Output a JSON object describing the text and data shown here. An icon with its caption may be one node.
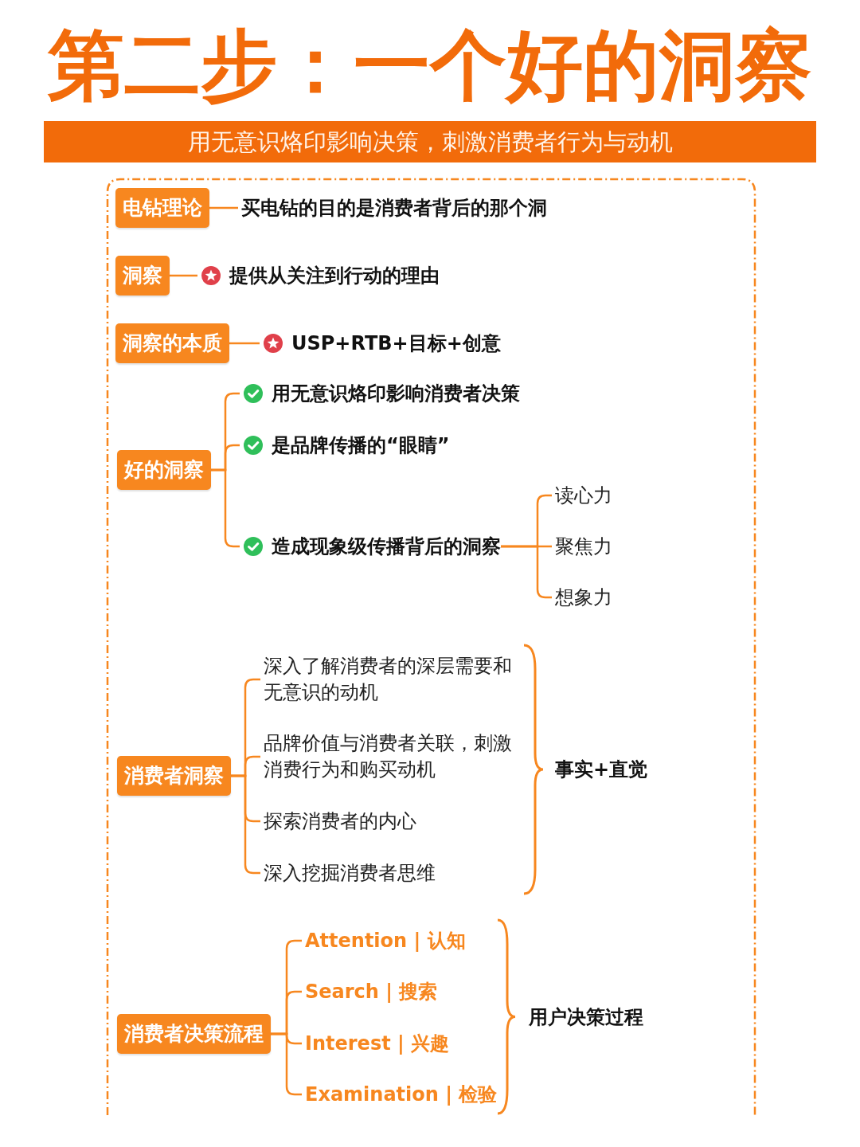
{
  "diagram": {
    "title": "第二步：一个好的洞察",
    "nodes": [
      {
        "text": [
          "用无意识烙印影响决策，刺激消费者行为与动机"
        ]
      },
      {
        "text": [
          "电钻理论"
        ]
      },
      {
        "text": [
          "买电钻的目的是消费者背后的那个洞"
        ]
      },
      {
        "text": [
          "洞察"
        ]
      },
      {
        "text": [
          "提供从关注到行动的理由"
        ]
      },
      {
        "text": [
          "洞察的本质"
        ]
      },
      {
        "text": [
          "USP+RTB+目标+创意"
        ]
      },
      {
        "text": [
          "好的洞察"
        ]
      },
      {
        "text": [
          "用无意识烙印影响消费者决策"
        ]
      },
      {
        "text": [
          "是品牌传播的“眼睛”"
        ]
      },
      {
        "text": [
          "造成现象级传播背后的洞察"
        ]
      },
      {
        "text": [
          "读心力"
        ]
      },
      {
        "text": [
          "聚焦力"
        ]
      },
      {
        "text": [
          "想象力"
        ]
      },
      {
        "text": [
          "消费者洞察"
        ]
      },
      {
        "text": [
          "深入了解消费者的深层需要和无意识的动机"
        ]
      },
      {
        "text": [
          "品牌价值与消费者关联，刺激消费行为和购买动机"
        ]
      },
      {
        "text": [
          "探索消费者的内心"
        ]
      },
      {
        "text": [
          "深入挖掘消费者思维"
        ]
      },
      {
        "text": [
          "消费者决策流程"
        ]
      },
      {
        "text": [
          "Attention | 认知"
        ]
      },
      {
        "text": [
          "Search | 搜索"
        ]
      },
      {
        "text": [
          "Interest | 兴趣"
        ]
      },
      {
        "text": [
          "Examination | 检验"
        ]
      }
    ],
    "edges": [
      {
        "from": 1,
        "to": 2,
        "arrow": "none"
      },
      {
        "from": 3,
        "to": 4,
        "arrow": "none"
      },
      {
        "from": 5,
        "to": 6,
        "arrow": "none"
      },
      {
        "from": 7,
        "to": 8,
        "arrow": "none"
      },
      {
        "from": 7,
        "to": 9,
        "arrow": "none"
      },
      {
        "from": 7,
        "to": 10,
        "arrow": "none"
      },
      {
        "from": 10,
        "to": 11,
        "arrow": "none"
      },
      {
        "from": 10,
        "to": 12,
        "arrow": "none"
      },
      {
        "from": 10,
        "to": 13,
        "arrow": "none"
      },
      {
        "from": 14,
        "to": 15,
        "arrow": "none"
      },
      {
        "from": 14,
        "to": 16,
        "arrow": "none"
      },
      {
        "from": 14,
        "to": 17,
        "arrow": "none"
      },
      {
        "from": 14,
        "to": 18,
        "arrow": "none"
      },
      {
        "from": 19,
        "to": 20,
        "arrow": "none"
      },
      {
        "from": 19,
        "to": 21,
        "arrow": "none"
      },
      {
        "from": 19,
        "to": 22,
        "arrow": "none"
      },
      {
        "from": 19,
        "to": 23,
        "arrow": "none"
      }
    ],
    "labels": [
      "事实+直觉",
      "用户决策过程"
    ]
  }
}
